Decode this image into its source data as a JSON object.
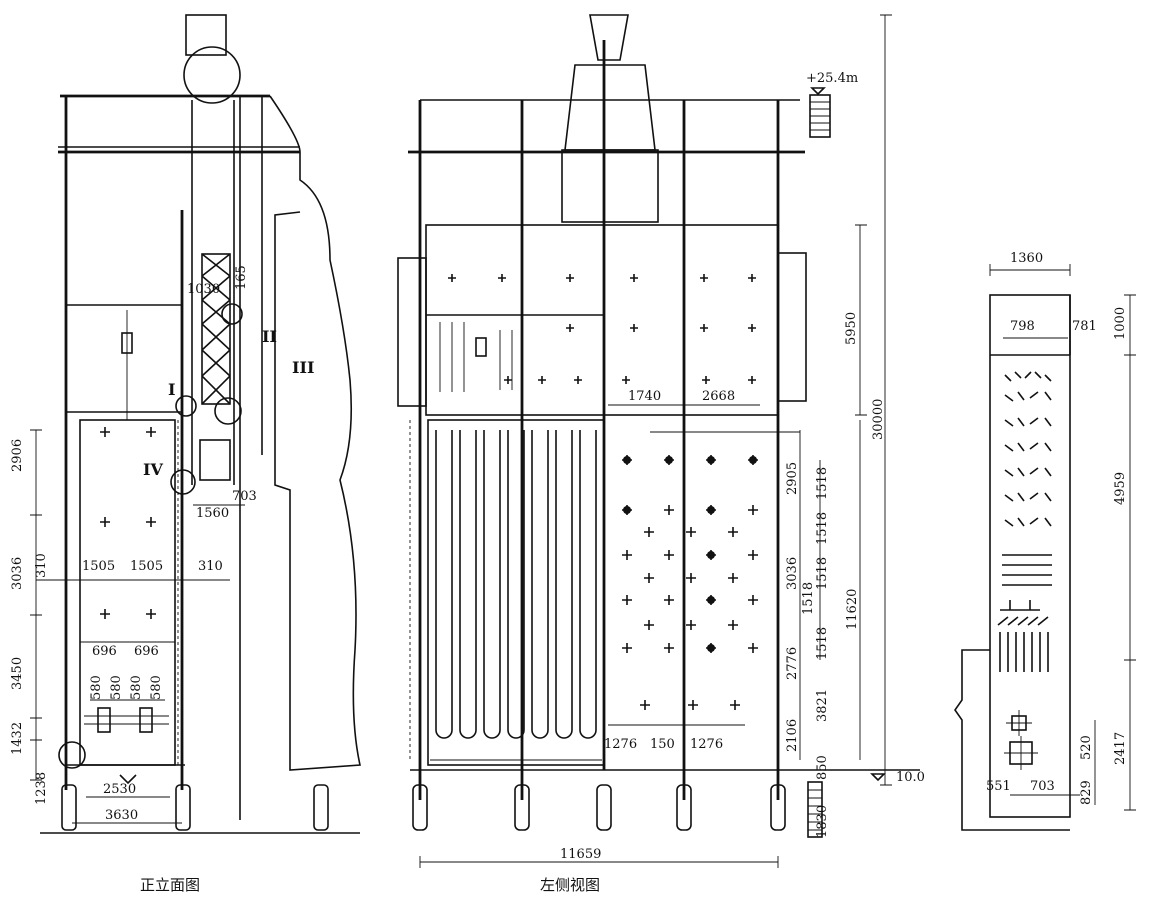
{
  "captions": {
    "front_view": "正立面图",
    "left_view": "左侧视图"
  },
  "labels": {
    "roman_1": "I",
    "roman_2": "II",
    "roman_3": "III",
    "roman_4": "IV"
  },
  "front_dims": {
    "d1030": "1030",
    "d165": "165",
    "d2906": "2906",
    "d703": "703",
    "d1560": "1560",
    "d3036": "3036",
    "d310a": "310",
    "d1505a": "1505",
    "d1505b": "1505",
    "d310b": "310",
    "d3450": "3450",
    "d696a": "696",
    "d696b": "696",
    "d580a": "580",
    "d580b": "580",
    "d580c": "580",
    "d580d": "580",
    "d1432": "1432",
    "d1238": "1238",
    "d2530": "2530",
    "d3630": "3630"
  },
  "side_dims": {
    "elev_top": "+25.4m",
    "elev_bottom": "10.0",
    "d5950": "5950",
    "d30000": "30000",
    "d1740": "1740",
    "d2668": "2668",
    "d2905": "2905",
    "d1518a": "1518",
    "d1518b": "1518",
    "d1518c": "1518",
    "d1518d": "1518",
    "d1518e": "1518",
    "d3036": "3036",
    "d11620": "11620",
    "d2776": "2776",
    "d3821": "3821",
    "d2106": "2106",
    "d1276a": "1276",
    "d150": "150",
    "d1276b": "1276",
    "d850": "850",
    "d1830": "1830",
    "d11659": "11659"
  },
  "detail_dims": {
    "d1360": "1360",
    "d798": "798",
    "d781": "781",
    "d1000": "1000",
    "d4959": "4959",
    "d2417": "2417",
    "d520": "520",
    "d551": "551",
    "d703": "703",
    "d829": "829"
  }
}
